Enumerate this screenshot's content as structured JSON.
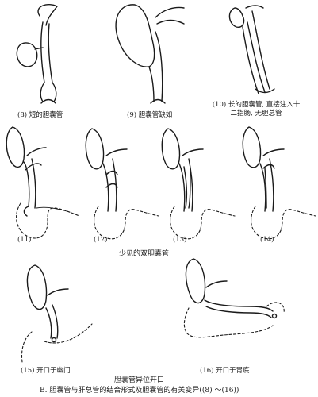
{
  "captions": {
    "p8": "(8) 短的胆囊管",
    "p9": "(9) 胆囊管缺如",
    "p10": "(10) 长的胆囊管, 直接注入十二指肠, 无胆总管",
    "p11": "(11)",
    "p12": "(12)",
    "p13": "(13)",
    "p14": "(14)",
    "group_double": "少见的双胆囊管",
    "p15": "(15) 开口于幽门",
    "p16": "(16) 开口于胃底",
    "group_ectopic": "胆囊管异位开口",
    "figure_title": "B. 胆囊管与肝总管的结合形式及胆囊管的有关变异((8) ～(16))"
  }
}
